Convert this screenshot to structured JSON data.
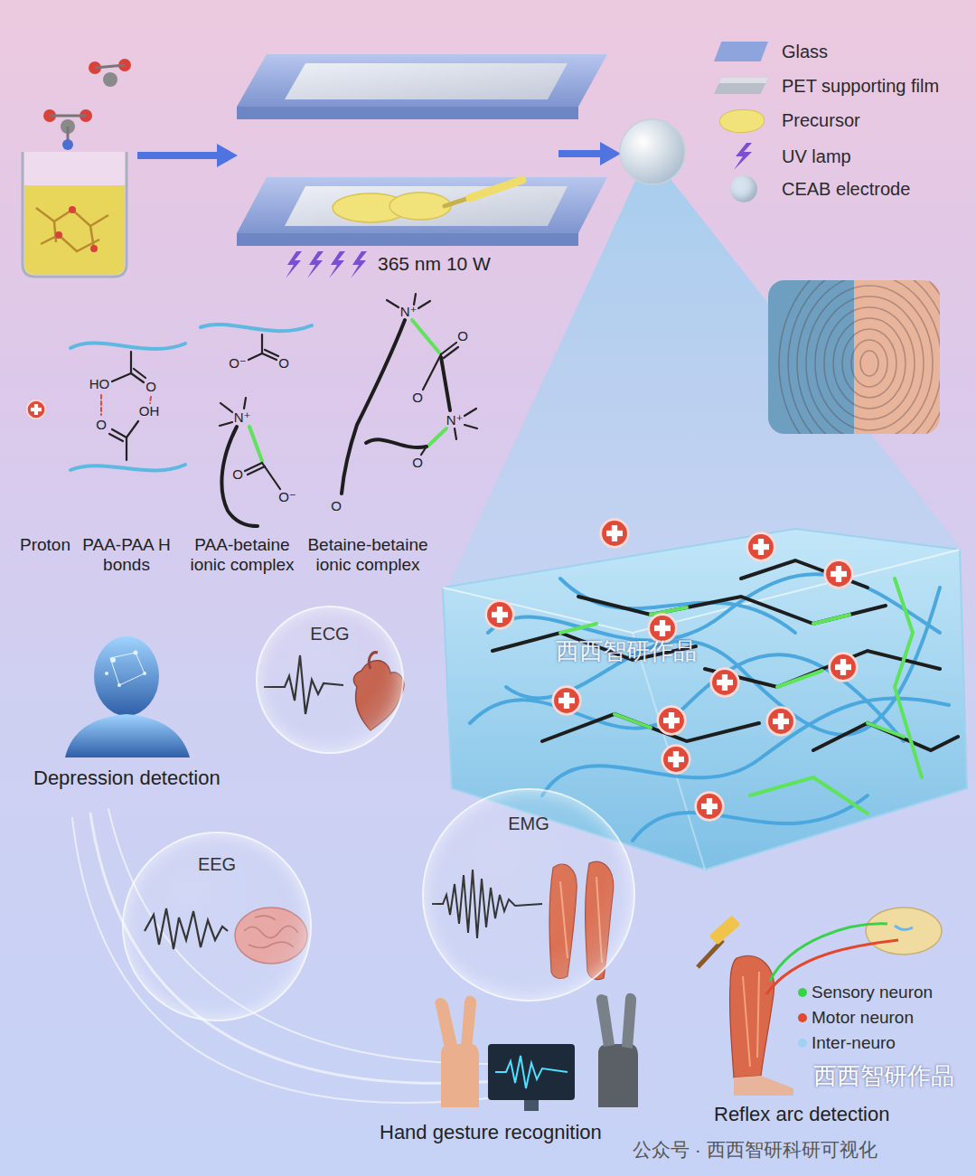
{
  "diagram": {
    "nodes": [
      {
        "text": [
          "ECG"
        ]
      },
      {
        "text": [
          "EEG"
        ]
      },
      {
        "text": [
          "EMG"
        ]
      }
    ],
    "labels": [
      "365 nm 10 W",
      "Proton",
      "PAA-PAA H bonds",
      "PAA-betaine ionic complex",
      "Betaine-betaine ionic complex",
      "Depression detection",
      "Hand gesture recognition",
      "Reflex arc detection",
      "HO",
      "O",
      "OH",
      "O",
      "O⁻",
      "O",
      "N⁺",
      "O",
      "O⁻",
      "N⁺",
      "O",
      "O",
      "N⁺",
      "O",
      "O",
      "西西智研作品",
      "西西智研作品",
      "公众号 · 西西智研科研可视化"
    ],
    "legend": [
      {
        "text": "Glass",
        "color": "#8ea4dc"
      },
      {
        "text": "PET supporting film",
        "color": "#b9bfc9"
      },
      {
        "text": "Precursor",
        "color": "#f2e27a"
      },
      {
        "text": "UV lamp"
      },
      {
        "text": "CEAB electrode",
        "color": "#d7e3ee"
      },
      {
        "text": "Sensory neuron",
        "color": "#37d24a"
      },
      {
        "text": "Motor neuron",
        "color": "#e2482e"
      },
      {
        "text": "Inter-neuro",
        "color": "#9fd0f5"
      }
    ]
  }
}
